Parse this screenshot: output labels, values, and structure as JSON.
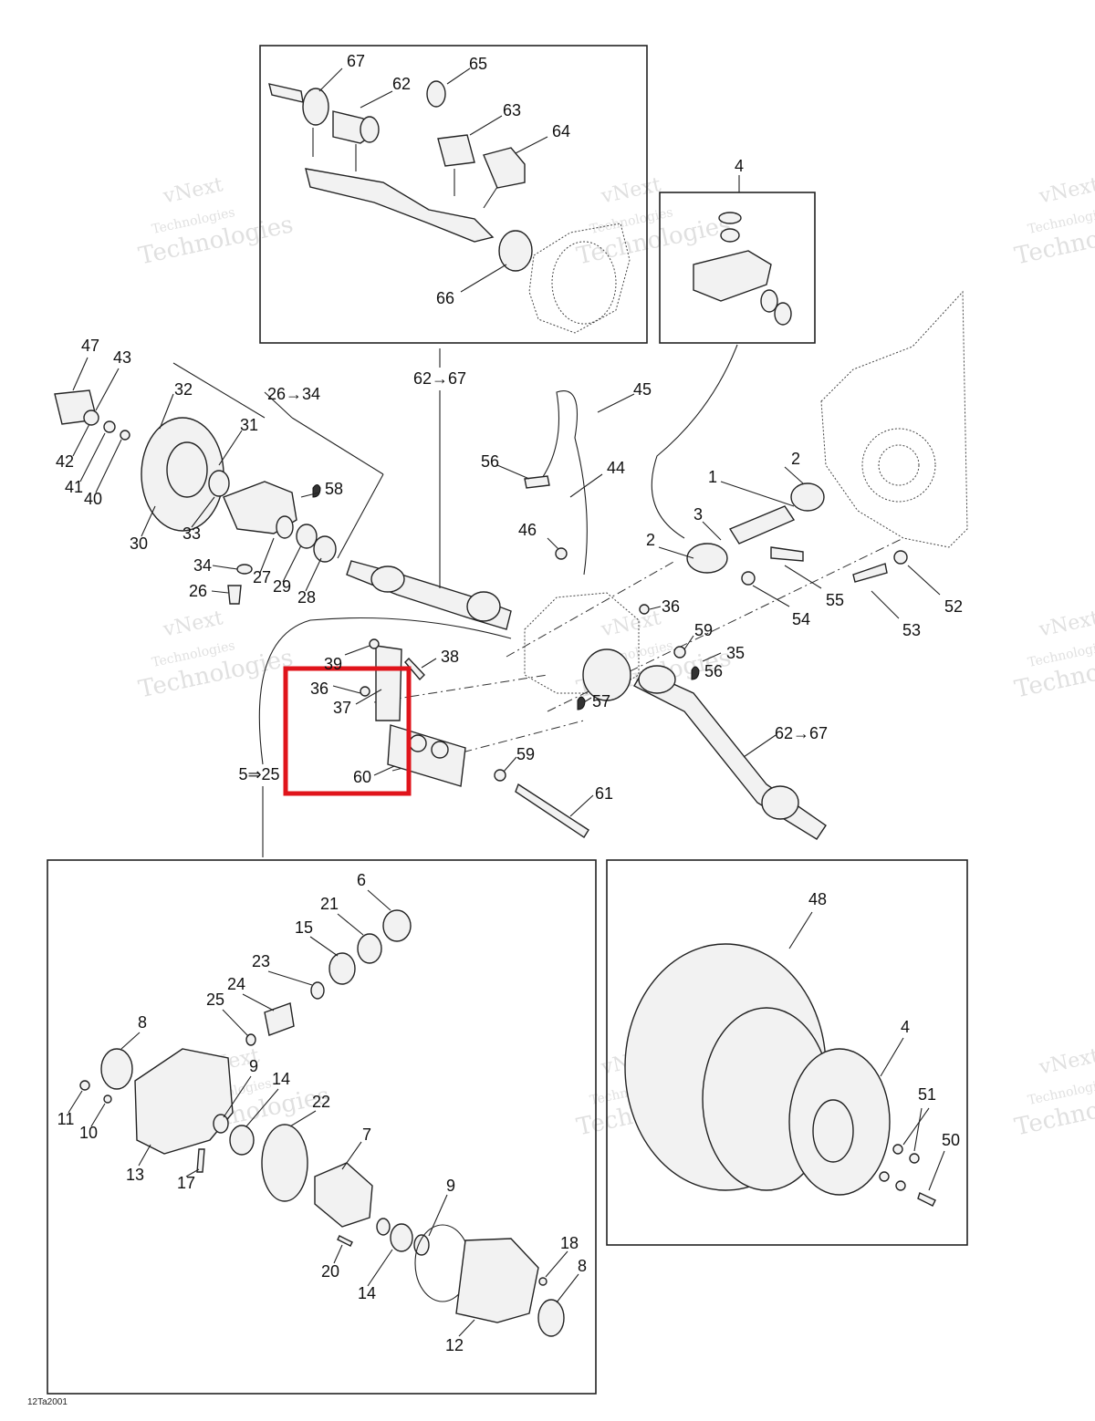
{
  "diagram": {
    "reference_code": "12Ta2001",
    "highlight_color": "#e0141b",
    "watermark": {
      "line1": "vNext",
      "line2": "Technologies",
      "line3": "Technologies"
    },
    "group_refs": {
      "ref_62_67_top": "62→67",
      "ref_26_34": "26→34",
      "ref_62_67_right": "62→67",
      "ref_5_25": "5⇒25"
    },
    "callouts": {
      "c67": "67",
      "c62": "62",
      "c65": "65",
      "c63": "63",
      "c64": "64",
      "c66": "66",
      "c4a": "4",
      "c47": "47",
      "c43": "43",
      "c32": "32",
      "c31": "31",
      "c42": "42",
      "c41": "41",
      "c40": "40",
      "c30": "30",
      "c33": "33",
      "c58": "58",
      "c34": "34",
      "c27": "27",
      "c29": "29",
      "c28": "28",
      "c26": "26",
      "c45": "45",
      "c56a": "56",
      "c44": "44",
      "c46": "46",
      "c2a": "2",
      "c1": "1",
      "c3": "3",
      "c2b": "2",
      "c55": "55",
      "c52": "52",
      "c54": "54",
      "c53": "53",
      "c36a": "36",
      "c59a": "59",
      "c35": "35",
      "c56b": "56",
      "c57": "57",
      "c39": "39",
      "c38": "38",
      "c36b": "36",
      "c37": "37",
      "c60": "60",
      "c59b": "59",
      "c61": "61",
      "c6": "6",
      "c21": "21",
      "c15": "15",
      "c23": "23",
      "c24": "24",
      "c25": "25",
      "c8a": "8",
      "c9a": "9",
      "c14a": "14",
      "c22": "22",
      "c11": "11",
      "c10": "10",
      "c13": "13",
      "c17": "17",
      "c7": "7",
      "c9b": "9",
      "c20": "20",
      "c14b": "14",
      "c18": "18",
      "c8b": "8",
      "c12": "12",
      "c48": "48",
      "c4b": "4",
      "c51": "51",
      "c50": "50"
    }
  }
}
